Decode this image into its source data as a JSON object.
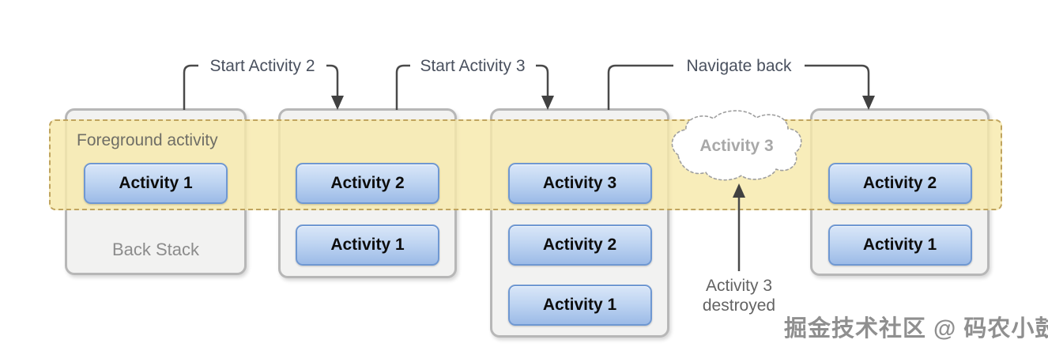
{
  "labels": {
    "start_activity_2": "Start Activity 2",
    "start_activity_3": "Start Activity 3",
    "navigate_back": "Navigate back",
    "cloud_text": "Activity 3",
    "destroyed_line1": "Activity 3",
    "destroyed_line2": "destroyed"
  },
  "stacks": [
    {
      "top_label": "Foreground activity",
      "bottom_label": "Back Stack",
      "buttons": [
        "Activity 1"
      ]
    },
    {
      "buttons": [
        "Activity 2",
        "Activity 1"
      ]
    },
    {
      "buttons": [
        "Activity 3",
        "Activity 2",
        "Activity 1"
      ]
    },
    {
      "buttons": [
        "Activity 2",
        "Activity 1"
      ]
    }
  ],
  "watermark": "掘金技术社区 @ 码农小鼓匠",
  "colors": {
    "band_fill": "#f7e9ab",
    "band_border": "#c0a45f",
    "button_top": "#d9e6f8",
    "button_bottom": "#9cbbe7",
    "button_border": "#6f98d2",
    "stack_fill": "#f2f2f1",
    "stack_border": "#b7b7b7",
    "connector_line": "#4a4a4a",
    "label_text": "#49505e"
  }
}
